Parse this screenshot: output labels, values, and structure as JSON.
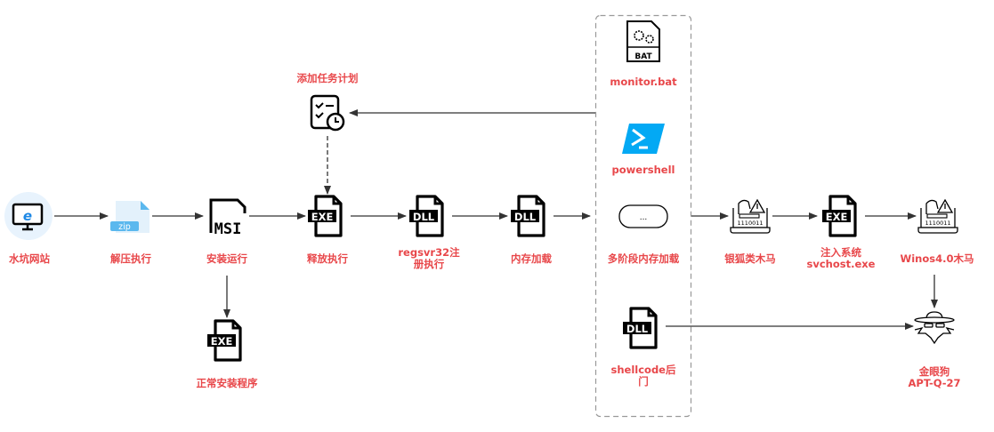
{
  "colors": {
    "label": "#e8474a",
    "edge": "#333333",
    "container_border": "#999999",
    "ie_blue": "#1e88e5",
    "zip_light": "#e3f1fb",
    "zip_tag": "#5bb8ee",
    "powershell": "#03a9f4"
  },
  "nodes": {
    "watering_hole": {
      "label": "水坑网站",
      "icon": "monitor-ie-icon"
    },
    "unzip": {
      "label": "解压执行",
      "icon": "zip-file-icon",
      "tag": "zip"
    },
    "install": {
      "label": "安装运行",
      "icon": "msi-file-icon",
      "tag": "MSI"
    },
    "release": {
      "label": "释放执行",
      "icon": "exe-file-icon",
      "tag": "EXE"
    },
    "regsvr": {
      "label_line1": "regsvr32注",
      "label_line2": "册执行",
      "icon": "dll-file-icon",
      "tag": "DLL"
    },
    "memload": {
      "label": "内存加载",
      "icon": "dll-file-icon",
      "tag": "DLL"
    },
    "task": {
      "label": "添加任务计划",
      "icon": "task-schedule-icon"
    },
    "normal_install": {
      "label": "正常安装程序",
      "icon": "exe-file-icon",
      "tag": "EXE"
    },
    "monitor_bat": {
      "label": "monitor.bat",
      "icon": "bat-file-icon",
      "tag": "BAT"
    },
    "powershell": {
      "label": "powershell",
      "icon": "powershell-icon"
    },
    "multistage": {
      "label": "多阶段内存加载",
      "icon": "ellipsis-box",
      "text": "..."
    },
    "shellcode": {
      "label_line1": "shellcode后",
      "label_line2": "门",
      "icon": "dll-file-icon",
      "tag": "DLL"
    },
    "silverfox": {
      "label": "银狐类木马",
      "icon": "trojan-laptop-icon",
      "binary": "1110011"
    },
    "svchost": {
      "label_line1": "注入系统",
      "label_line2": "svchost.exe",
      "icon": "exe-file-icon",
      "tag": "EXE"
    },
    "winos": {
      "label": "Winos4.0木马",
      "icon": "trojan-laptop-icon",
      "binary": "1110011"
    },
    "apt": {
      "label_line1": "金眼狗",
      "label_line2": "APT-Q-27",
      "icon": "spy-icon"
    }
  }
}
